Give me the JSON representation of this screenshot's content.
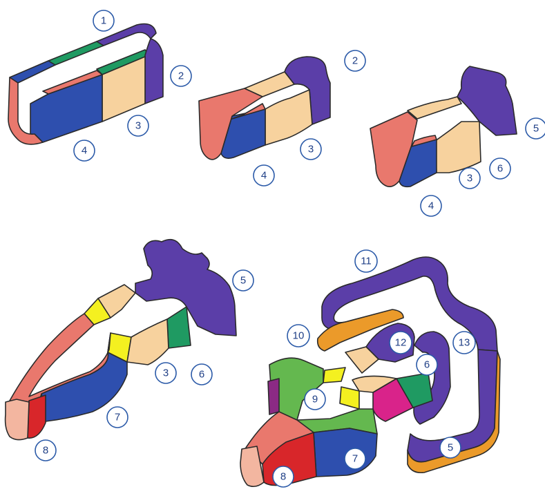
{
  "colors": {
    "salmon": "#e9786d",
    "blue": "#2e4fae",
    "purple": "#5b3ea8",
    "tan": "#f7d29e",
    "green": "#1f9a62",
    "yellow": "#f4f020",
    "orange": "#eb9a2a",
    "red": "#d8262a",
    "lightgreen": "#64b84f",
    "magenta": "#d9238a",
    "darkmagenta": "#8b2a84",
    "pink": "#f3b6a0"
  },
  "labels": {
    "stage1": [
      "1",
      "2",
      "3",
      "4"
    ],
    "stage2": [
      "2",
      "3",
      "4"
    ],
    "stage3": [
      "5",
      "3",
      "6",
      "4"
    ],
    "stage4": [
      "5",
      "3",
      "6",
      "7",
      "8"
    ],
    "stage5": [
      "11",
      "10",
      "12",
      "13",
      "6",
      "9",
      "5",
      "7",
      "8"
    ]
  }
}
